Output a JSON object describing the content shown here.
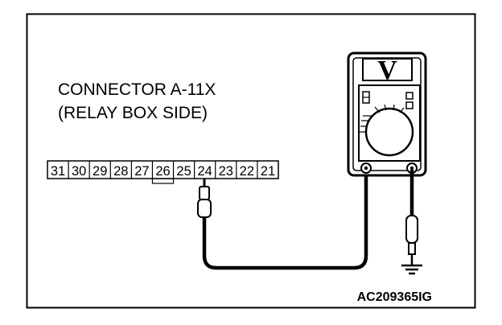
{
  "connector": {
    "title_line1": "CONNECTOR A-11X",
    "title_line2": "(RELAY BOX SIDE)",
    "pins": [
      "31",
      "30",
      "29",
      "28",
      "27",
      "26",
      "25",
      "24",
      "23",
      "22",
      "21"
    ],
    "highlighted_pin": "26",
    "probe_pin": "24"
  },
  "meter": {
    "display_symbol": "V",
    "icon": "voltmeter-icon"
  },
  "ground": {
    "icon": "ground-icon"
  },
  "figure_code": "AC209365IG",
  "colors": {
    "line": "#000000",
    "background": "#ffffff"
  }
}
